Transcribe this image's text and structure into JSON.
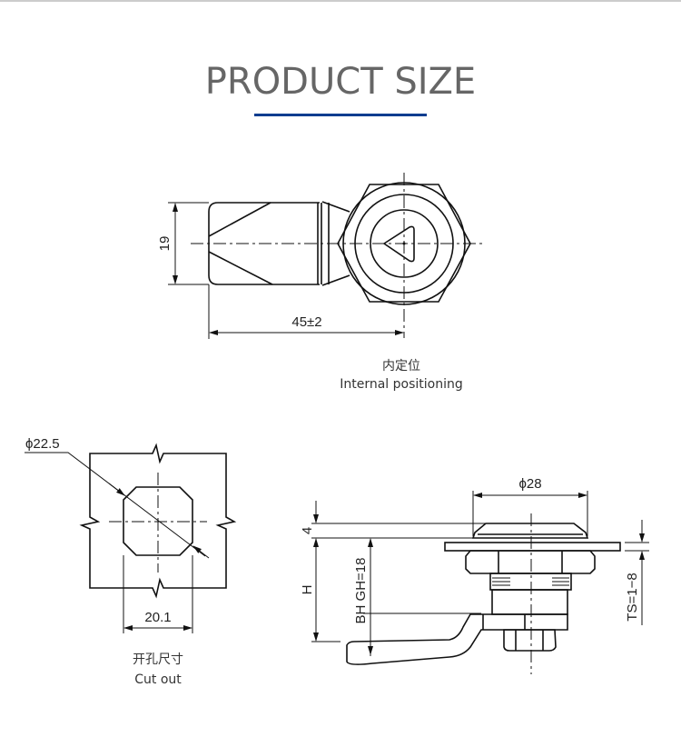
{
  "header": {
    "title": "PRODUCT SIZE",
    "accent_color": "#0a3d8f"
  },
  "front_view": {
    "dim_height": "19",
    "dim_length": "45±2",
    "label_cn": "内定位",
    "label_en": "Internal positioning"
  },
  "cutout_view": {
    "dim_diameter": "ϕ22.5",
    "dim_width": "20.1",
    "label_cn": "开孔尺寸",
    "label_en": "Cut out"
  },
  "side_view": {
    "dim_diameter": "ϕ28",
    "dim_bezel": "4",
    "dim_h": "H",
    "dim_bh_gh": "BH GH=18",
    "dim_ts": "TS=1−8"
  }
}
